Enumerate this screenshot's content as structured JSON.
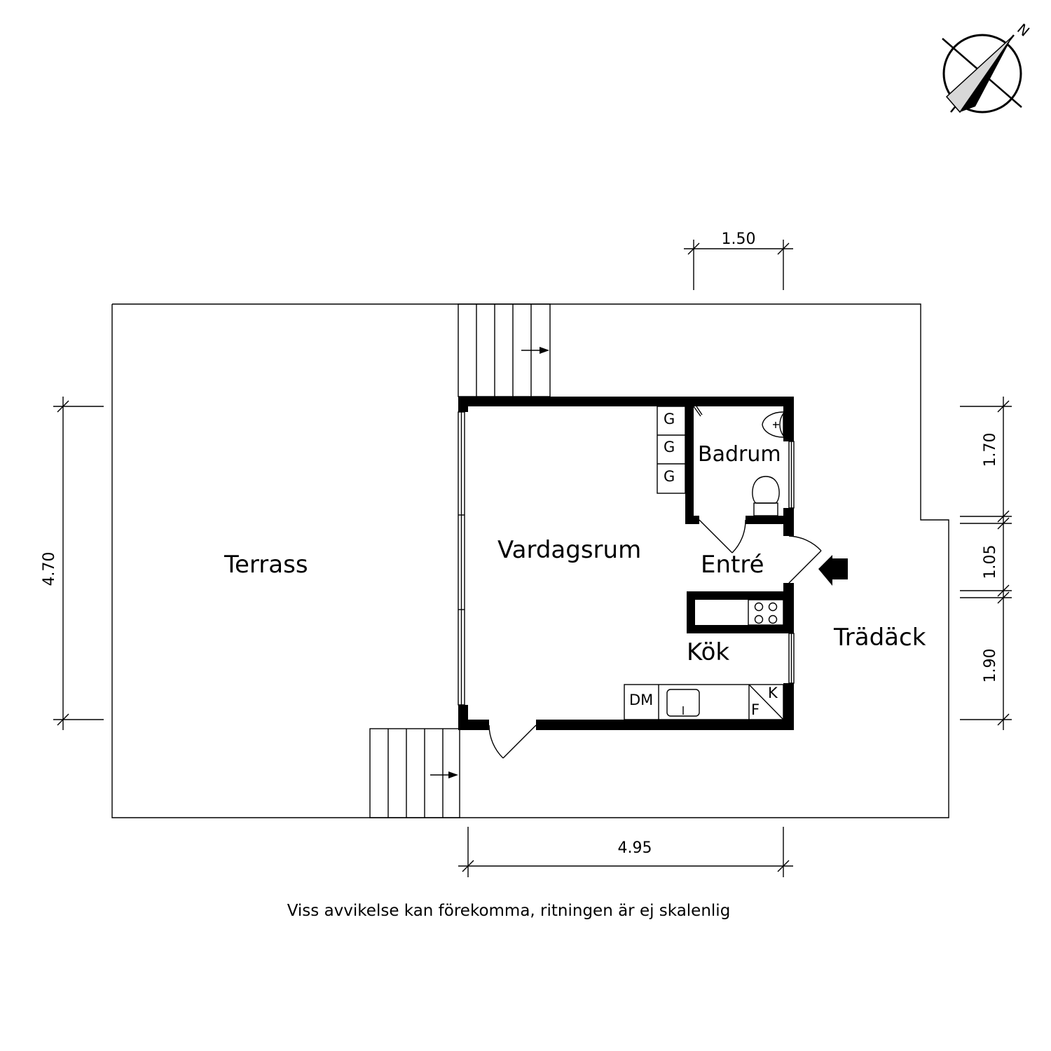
{
  "rooms": {
    "terrass": "Terrass",
    "vardagsrum": "Vardagsrum",
    "badrum": "Badrum",
    "entre": "Entré",
    "kok": "Kök",
    "tradack": "Trädäck"
  },
  "appliances": {
    "g1": "G",
    "g2": "G",
    "g3": "G",
    "dm": "DM",
    "k": "K",
    "f": "F"
  },
  "dimensions": {
    "top": "1.50",
    "left": "4.70",
    "bottom": "4.95",
    "right_upper": "1.70",
    "right_middle": "1.05",
    "right_lower": "1.90"
  },
  "compass": {
    "label": "N",
    "icon": "north-arrow-icon"
  },
  "note": "Viss avvikelse kan förekomma, ritningen är ej skalenlig"
}
